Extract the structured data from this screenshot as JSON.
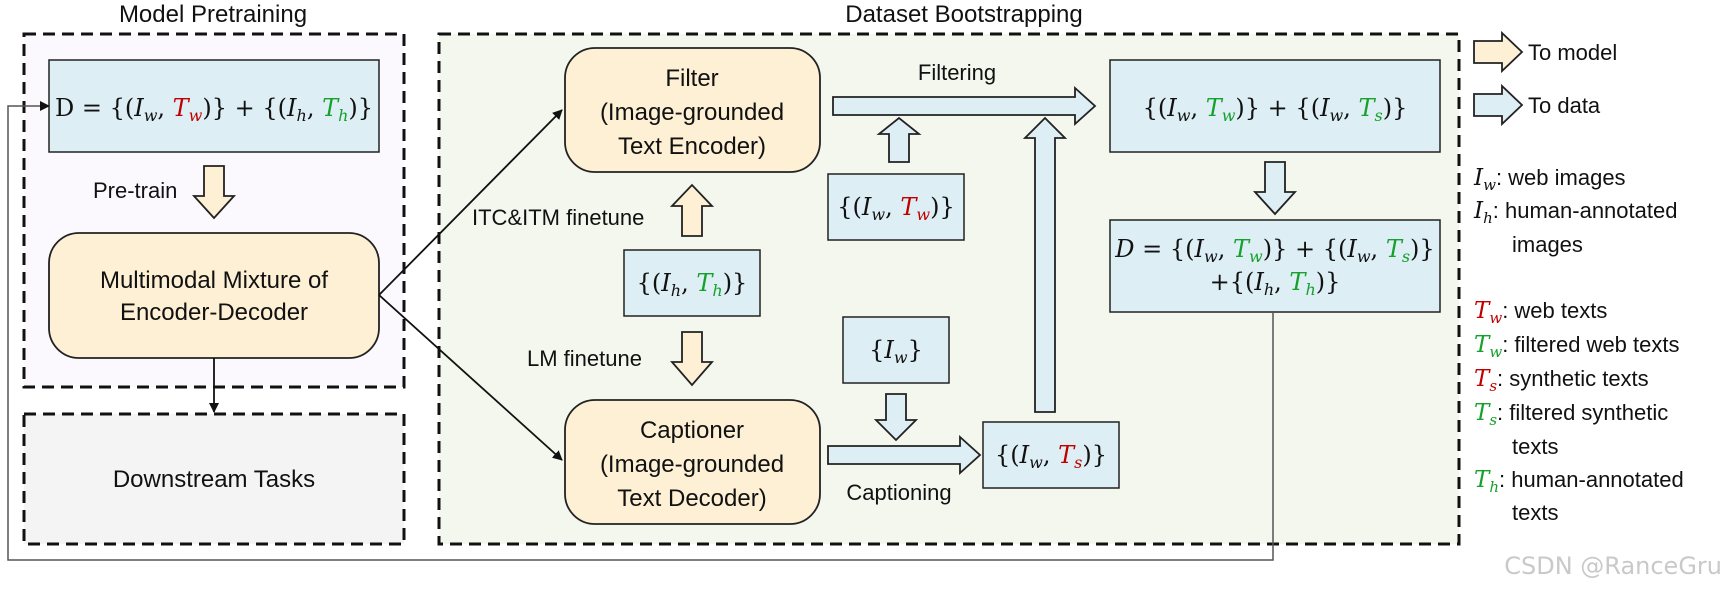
{
  "sections": {
    "pretraining_title": "Model Pretraining",
    "bootstrapping_title": "Dataset Bootstrapping"
  },
  "pretraining": {
    "dataset_formula": {
      "prefix": "D = {(",
      "Iw": "I",
      "Iw_sub": "w",
      "comma1": ", ",
      "Tw": "T",
      "Tw_sub": "w",
      "mid": ")} + {(",
      "Ih": "I",
      "Ih_sub": "h",
      "comma2": ", ",
      "Th": "T",
      "Th_sub": "h",
      "suffix": ")}"
    },
    "pretrain_label": "Pre-train",
    "model_line1": "Multimodal Mixture of",
    "model_line2": "Encoder-Decoder",
    "downstream_label": "Downstream Tasks"
  },
  "bootstrapping": {
    "filter_line1": "Filter",
    "filter_line2": "(Image-grounded",
    "filter_line3": "Text Encoder)",
    "captioner_line1": "Captioner",
    "captioner_line2": "(Image-grounded",
    "captioner_line3": "Text Decoder)",
    "itc_itm_label": "ITC&ITM finetune",
    "lm_label": "LM finetune",
    "filtering_label": "Filtering",
    "captioning_label": "Captioning",
    "human_pairs": {
      "Ih": "I",
      "Ih_sub": "h",
      "Th": "T",
      "Th_sub": "h"
    },
    "web_pairs": {
      "Iw": "I",
      "Iw_sub": "w",
      "Tw": "T",
      "Tw_sub": "w"
    },
    "web_images": {
      "Iw": "I",
      "Iw_sub": "w"
    },
    "synthetic_pairs": {
      "Iw": "I",
      "Iw_sub": "w",
      "Ts": "T",
      "Ts_sub": "s"
    },
    "filtered_pairs": {
      "Iw": "I",
      "Iw_sub": "w",
      "Tw": "T",
      "Tw_sub": "w",
      "Ts": "T",
      "Ts_sub": "s"
    },
    "final_dataset": {
      "D": "D",
      "Iw": "I",
      "Iw_sub": "w",
      "Tw": "T",
      "Tw_sub": "w",
      "Ts": "T",
      "Ts_sub": "s",
      "Ih": "I",
      "Ih_sub": "h",
      "Th": "T",
      "Th_sub": "h"
    }
  },
  "legend": {
    "to_model": "To model",
    "to_data": "To data",
    "entries": [
      {
        "sym": "I",
        "sub": "w",
        "color": "black",
        "text": ": web images"
      },
      {
        "sym": "I",
        "sub": "h",
        "color": "black",
        "text": ": human-annotated"
      },
      {
        "sym": "",
        "sub": "",
        "color": "black",
        "text": "images"
      },
      {
        "sym": "T",
        "sub": "w",
        "color": "red",
        "text": ": web texts"
      },
      {
        "sym": "T",
        "sub": "w",
        "color": "green",
        "text": ": filtered web texts"
      },
      {
        "sym": "T",
        "sub": "s",
        "color": "red",
        "text": ": synthetic texts"
      },
      {
        "sym": "T",
        "sub": "s",
        "color": "green",
        "text": ": filtered synthetic"
      },
      {
        "sym": "",
        "sub": "",
        "color": "black",
        "text": "texts"
      },
      {
        "sym": "T",
        "sub": "h",
        "color": "green",
        "text": ": human-annotated"
      },
      {
        "sym": "",
        "sub": "",
        "color": "black",
        "text": "texts"
      }
    ]
  },
  "watermark": "CSDN @RanceGru",
  "colors": {
    "model_fill": "#fdf0d5",
    "data_fill": "#ddeef5",
    "pretrain_bg": "#fbf9fd",
    "downstream_bg": "#f4f4f4",
    "bootstrap_bg": "#f3f7ee",
    "red": "#c00000",
    "green": "#16a02c"
  }
}
